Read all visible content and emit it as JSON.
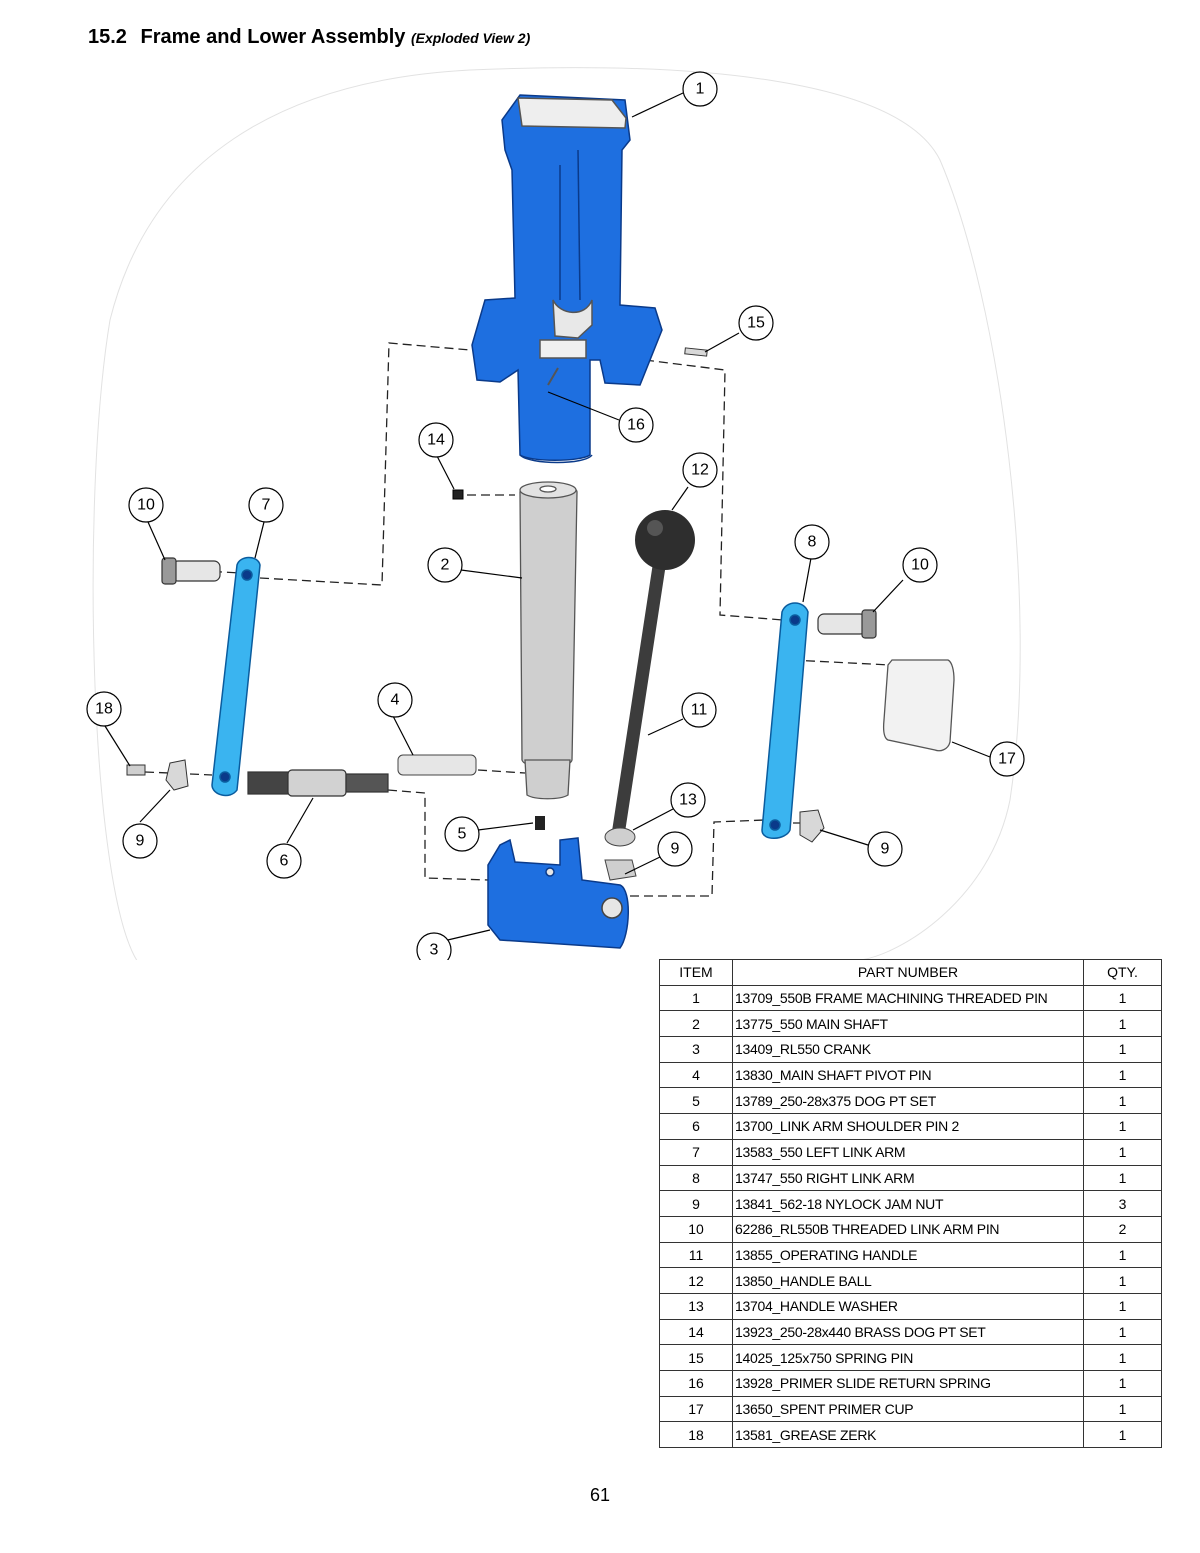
{
  "heading": {
    "number": "15.2",
    "title": "Frame and Lower Assembly",
    "subtitle": "(Exploded View 2)"
  },
  "diagram": {
    "callouts": [
      "1",
      "2",
      "3",
      "4",
      "5",
      "6",
      "7",
      "8",
      "9",
      "9",
      "9",
      "10",
      "10",
      "11",
      "12",
      "13",
      "14",
      "15",
      "16",
      "17",
      "18"
    ],
    "colors": {
      "part_blue": "#1e6fe0",
      "link_arm_blue": "#3ab4f0",
      "shaft_gray": "#c8c8c8",
      "handle_dark": "#3c3c3c"
    }
  },
  "table": {
    "headers": {
      "item": "ITEM",
      "part_number": "PART NUMBER",
      "qty": "QTY."
    },
    "rows": [
      {
        "item": "1",
        "part_number": "13709_550B FRAME MACHINING THREADED PIN",
        "qty": "1"
      },
      {
        "item": "2",
        "part_number": "13775_550 MAIN SHAFT",
        "qty": "1"
      },
      {
        "item": "3",
        "part_number": "13409_RL550 CRANK",
        "qty": "1"
      },
      {
        "item": "4",
        "part_number": "13830_MAIN SHAFT PIVOT PIN",
        "qty": "1"
      },
      {
        "item": "5",
        "part_number": "13789_250-28x375 DOG PT SET",
        "qty": "1"
      },
      {
        "item": "6",
        "part_number": "13700_LINK ARM SHOULDER PIN 2",
        "qty": "1"
      },
      {
        "item": "7",
        "part_number": "13583_550 LEFT LINK ARM",
        "qty": "1"
      },
      {
        "item": "8",
        "part_number": "13747_550 RIGHT LINK ARM",
        "qty": "1"
      },
      {
        "item": "9",
        "part_number": "13841_562-18 NYLOCK JAM NUT",
        "qty": "3"
      },
      {
        "item": "10",
        "part_number": "62286_RL550B THREADED LINK ARM PIN",
        "qty": "2"
      },
      {
        "item": "11",
        "part_number": "13855_OPERATING HANDLE",
        "qty": "1"
      },
      {
        "item": "12",
        "part_number": "13850_HANDLE BALL",
        "qty": "1"
      },
      {
        "item": "13",
        "part_number": "13704_HANDLE WASHER",
        "qty": "1"
      },
      {
        "item": "14",
        "part_number": "13923_250-28x440 BRASS DOG PT SET",
        "qty": "1"
      },
      {
        "item": "15",
        "part_number": "14025_125x750 SPRING PIN",
        "qty": "1"
      },
      {
        "item": "16",
        "part_number": "13928_PRIMER SLIDE RETURN SPRING",
        "qty": "1"
      },
      {
        "item": "17",
        "part_number": "13650_SPENT PRIMER CUP",
        "qty": "1"
      },
      {
        "item": "18",
        "part_number": "13581_GREASE ZERK",
        "qty": "1"
      }
    ]
  },
  "page_number": "61"
}
